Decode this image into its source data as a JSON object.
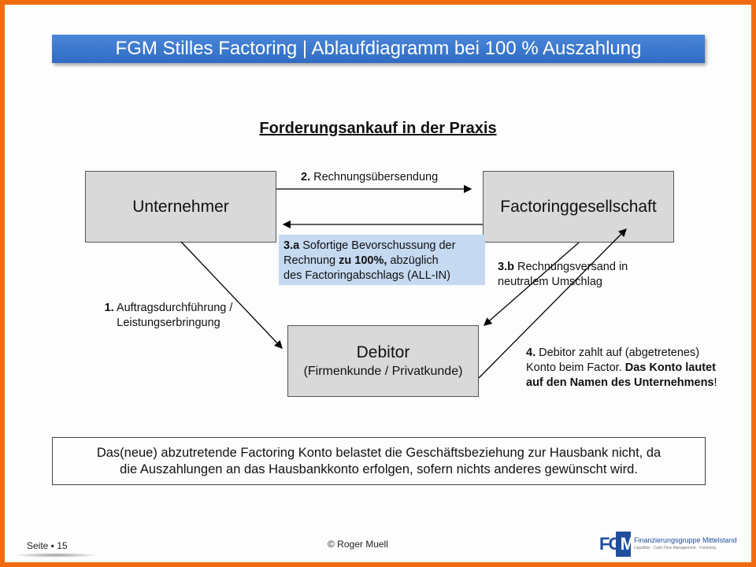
{
  "title": "FGM Stilles Factoring | Ablaufdiagramm bei 100 % Auszahlung",
  "subtitle": "Forderungsankauf in der Praxis",
  "boxes": {
    "unternehmer": "Unternehmer",
    "factoring": "Factoringgesellschaft",
    "debitor_title": "Debitor",
    "debitor_sub": "(Firmenkunde / Privatkunde)"
  },
  "steps": {
    "s1_num": "1.",
    "s1_text": "Auftragsdurchführung /",
    "s1_text2": "Leistungserbringung",
    "s2_num": "2.",
    "s2_text": "Rechnungsübersendung",
    "s3a_num": "3.a",
    "s3a_text1": "Sofortige Bevorschussung der",
    "s3a_text2a": "Rechnung ",
    "s3a_bold": "zu 100%,",
    "s3a_text2b": " abzüglich",
    "s3a_text3": "des Factoringabschlags (ALL-IN)",
    "s3b_num": "3.b",
    "s3b_text1": "Rechnungsversand in",
    "s3b_text2": "neutralem Umschlag",
    "s4_num": "4.",
    "s4_text1": "Debitor zahlt auf (abgetretenes)",
    "s4_text2": "Konto beim Factor. ",
    "s4_bold1": "Das Konto lautet",
    "s4_bold2": "auf den Namen des Unternehmens",
    "s4_end": "!"
  },
  "note": {
    "line1": "Das(neue) abzutretende Factoring Konto belastet die Geschäftsbeziehung zur Hausbank nicht, da",
    "line2": "die Auszahlungen an das Hausbankkonto erfolgen, sofern nichts anderes gewünscht wird."
  },
  "footer": {
    "page": "Seite ▪ 15",
    "copyright": "© Roger Muell",
    "logo_text": "FGM",
    "logo_name": "Finanzierungsgruppe Mittelstand",
    "logo_tagline": "Liquidität · Cash Flow Management · Factoring"
  },
  "colors": {
    "accent": "#f26a10",
    "title_bar": "#3a78cc",
    "highlight": "#c5d9f1"
  }
}
